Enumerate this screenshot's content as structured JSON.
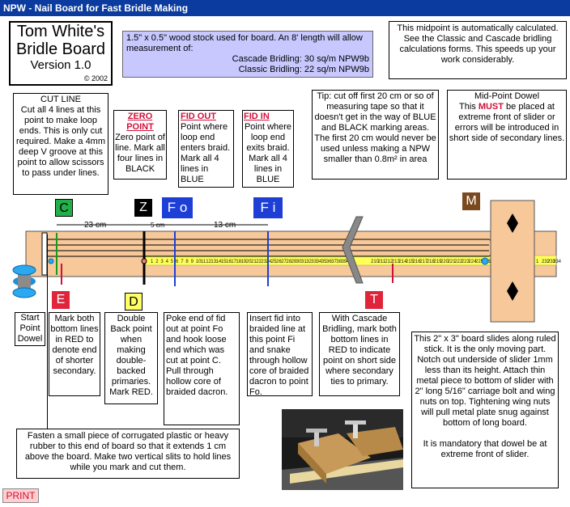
{
  "window_title": "NPW - Nail Board for Fast Bridle Making",
  "logo": {
    "line1": "Tom White's",
    "line2": "Bridle Board",
    "line3": "Version 1.0",
    "copyright": "© 2002"
  },
  "wood_box": {
    "line1": "1.5\" x 0.5\" wood stock used for board.  An 8' length will allow measurement of:",
    "line2": "Cascade Bridling: 30 sq/m NPW9b",
    "line3": "Classic Bridling: 22 sq/m NPW9b"
  },
  "midpoint_note": "This midpoint is automatically calculated. See the Classic and Cascade bridling calculations forms.  This speeds up your work considerably.",
  "cut_line": {
    "title": "CUT LINE",
    "text": "Cut all 4 lines at this point to make loop ends. This is only cut required.  Make a 4mm deep V groove at this point to allow scissors to pass under lines."
  },
  "zero_point": {
    "title": "ZERO POINT",
    "text": "Zero point of line. Mark all four lines in BLACK"
  },
  "fid_out": {
    "title": "FID OUT",
    "text": "Point where loop end enters braid. Mark all 4 lines in BLUE"
  },
  "fid_in": {
    "title": "FID IN",
    "text": "Point where loop end exits braid. Mark all 4 lines in BLUE"
  },
  "tip": "Tip: cut off first 20 cm or so of measuring tape so that it doesn't get in the way of BLUE and BLACK marking areas.   The first 20 cm would never be used unless making a NPW smaller than 0.8m² in area",
  "mid_dowel": {
    "line1": "Mid-Point Dowel",
    "pre": "This ",
    "must": "MUST",
    "post": " be placed at extreme front of slider or errors will be introduced in short side of secondary lines."
  },
  "markers": {
    "c": "C",
    "z": "Z",
    "fo": "F o",
    "fi": "F i",
    "m": "M",
    "e": "E",
    "d": "D",
    "t": "T"
  },
  "distances": {
    "c_z": "23 cm",
    "z_fo": "5 cm",
    "fo_fi": "13 cm"
  },
  "ruler_numbers": [
    "1",
    "2",
    "3",
    "4",
    "5",
    "6",
    "7",
    "8",
    "9",
    "10",
    "11",
    "12",
    "13",
    "14",
    "15",
    "16",
    "17",
    "18",
    "19",
    "20",
    "21",
    "22",
    "23",
    "24",
    "25",
    "26",
    "27",
    "28",
    "29",
    "30",
    "31",
    "32",
    "33",
    "34",
    "35",
    "36",
    "37",
    "38",
    "39",
    "40"
  ],
  "ruler_right_numbers": [
    "210",
    "211",
    "212",
    "213",
    "214",
    "215",
    "216",
    "217",
    "218",
    "219",
    "220",
    "221",
    "222",
    "223",
    "224",
    "225",
    "226",
    "227",
    "228",
    "229"
  ],
  "ruler_far_right": [
    "1",
    "232",
    "233",
    "234"
  ],
  "start_dowel": "Start Point Dowel",
  "e_note": "Mark both bottom lines in RED to denote end of shorter secondary.",
  "d_note": "Double Back point when making double-backed primaries. Mark RED.",
  "poke_note": "Poke end of fid out at point Fo and hook loose end which was cut at point C.  Pull through hollow core of braided dacron.",
  "insert_note": "Insert fid into braided line at this point Fi and snake through hollow core of braided dacron to point Fo.",
  "cascade_note": "With Cascade Bridling, mark both bottom lines in RED to indicate point on short side where secondary ties to primary.",
  "slider_note": "This 2\" x 3\" board slides along ruled stick.  It is the only moving part.  Notch out underside of slider 1mm less than its height. Attach thin metal piece to bottom of slider with 2\" long 5/16\" carriage bolt and wing nuts on top.  Tightening wing nuts will pull metal plate snug against bottom of long board.",
  "slider_note2": "It is mandatory that dowel be at extreme front of slider.",
  "fasten_note": "Fasten a small piece of corrugated plastic or heavy rubber to this end of board so that it extends 1 cm above the board.   Make two vertical slits to hold lines while you mark and cut them.",
  "print_label": "PRINT",
  "colors": {
    "titlebar": "#0b3b9e",
    "board": "#f6c89a",
    "ruler": "#ffff55",
    "red_title": "#d0103a",
    "blue_marker": "#1d3fd6"
  }
}
